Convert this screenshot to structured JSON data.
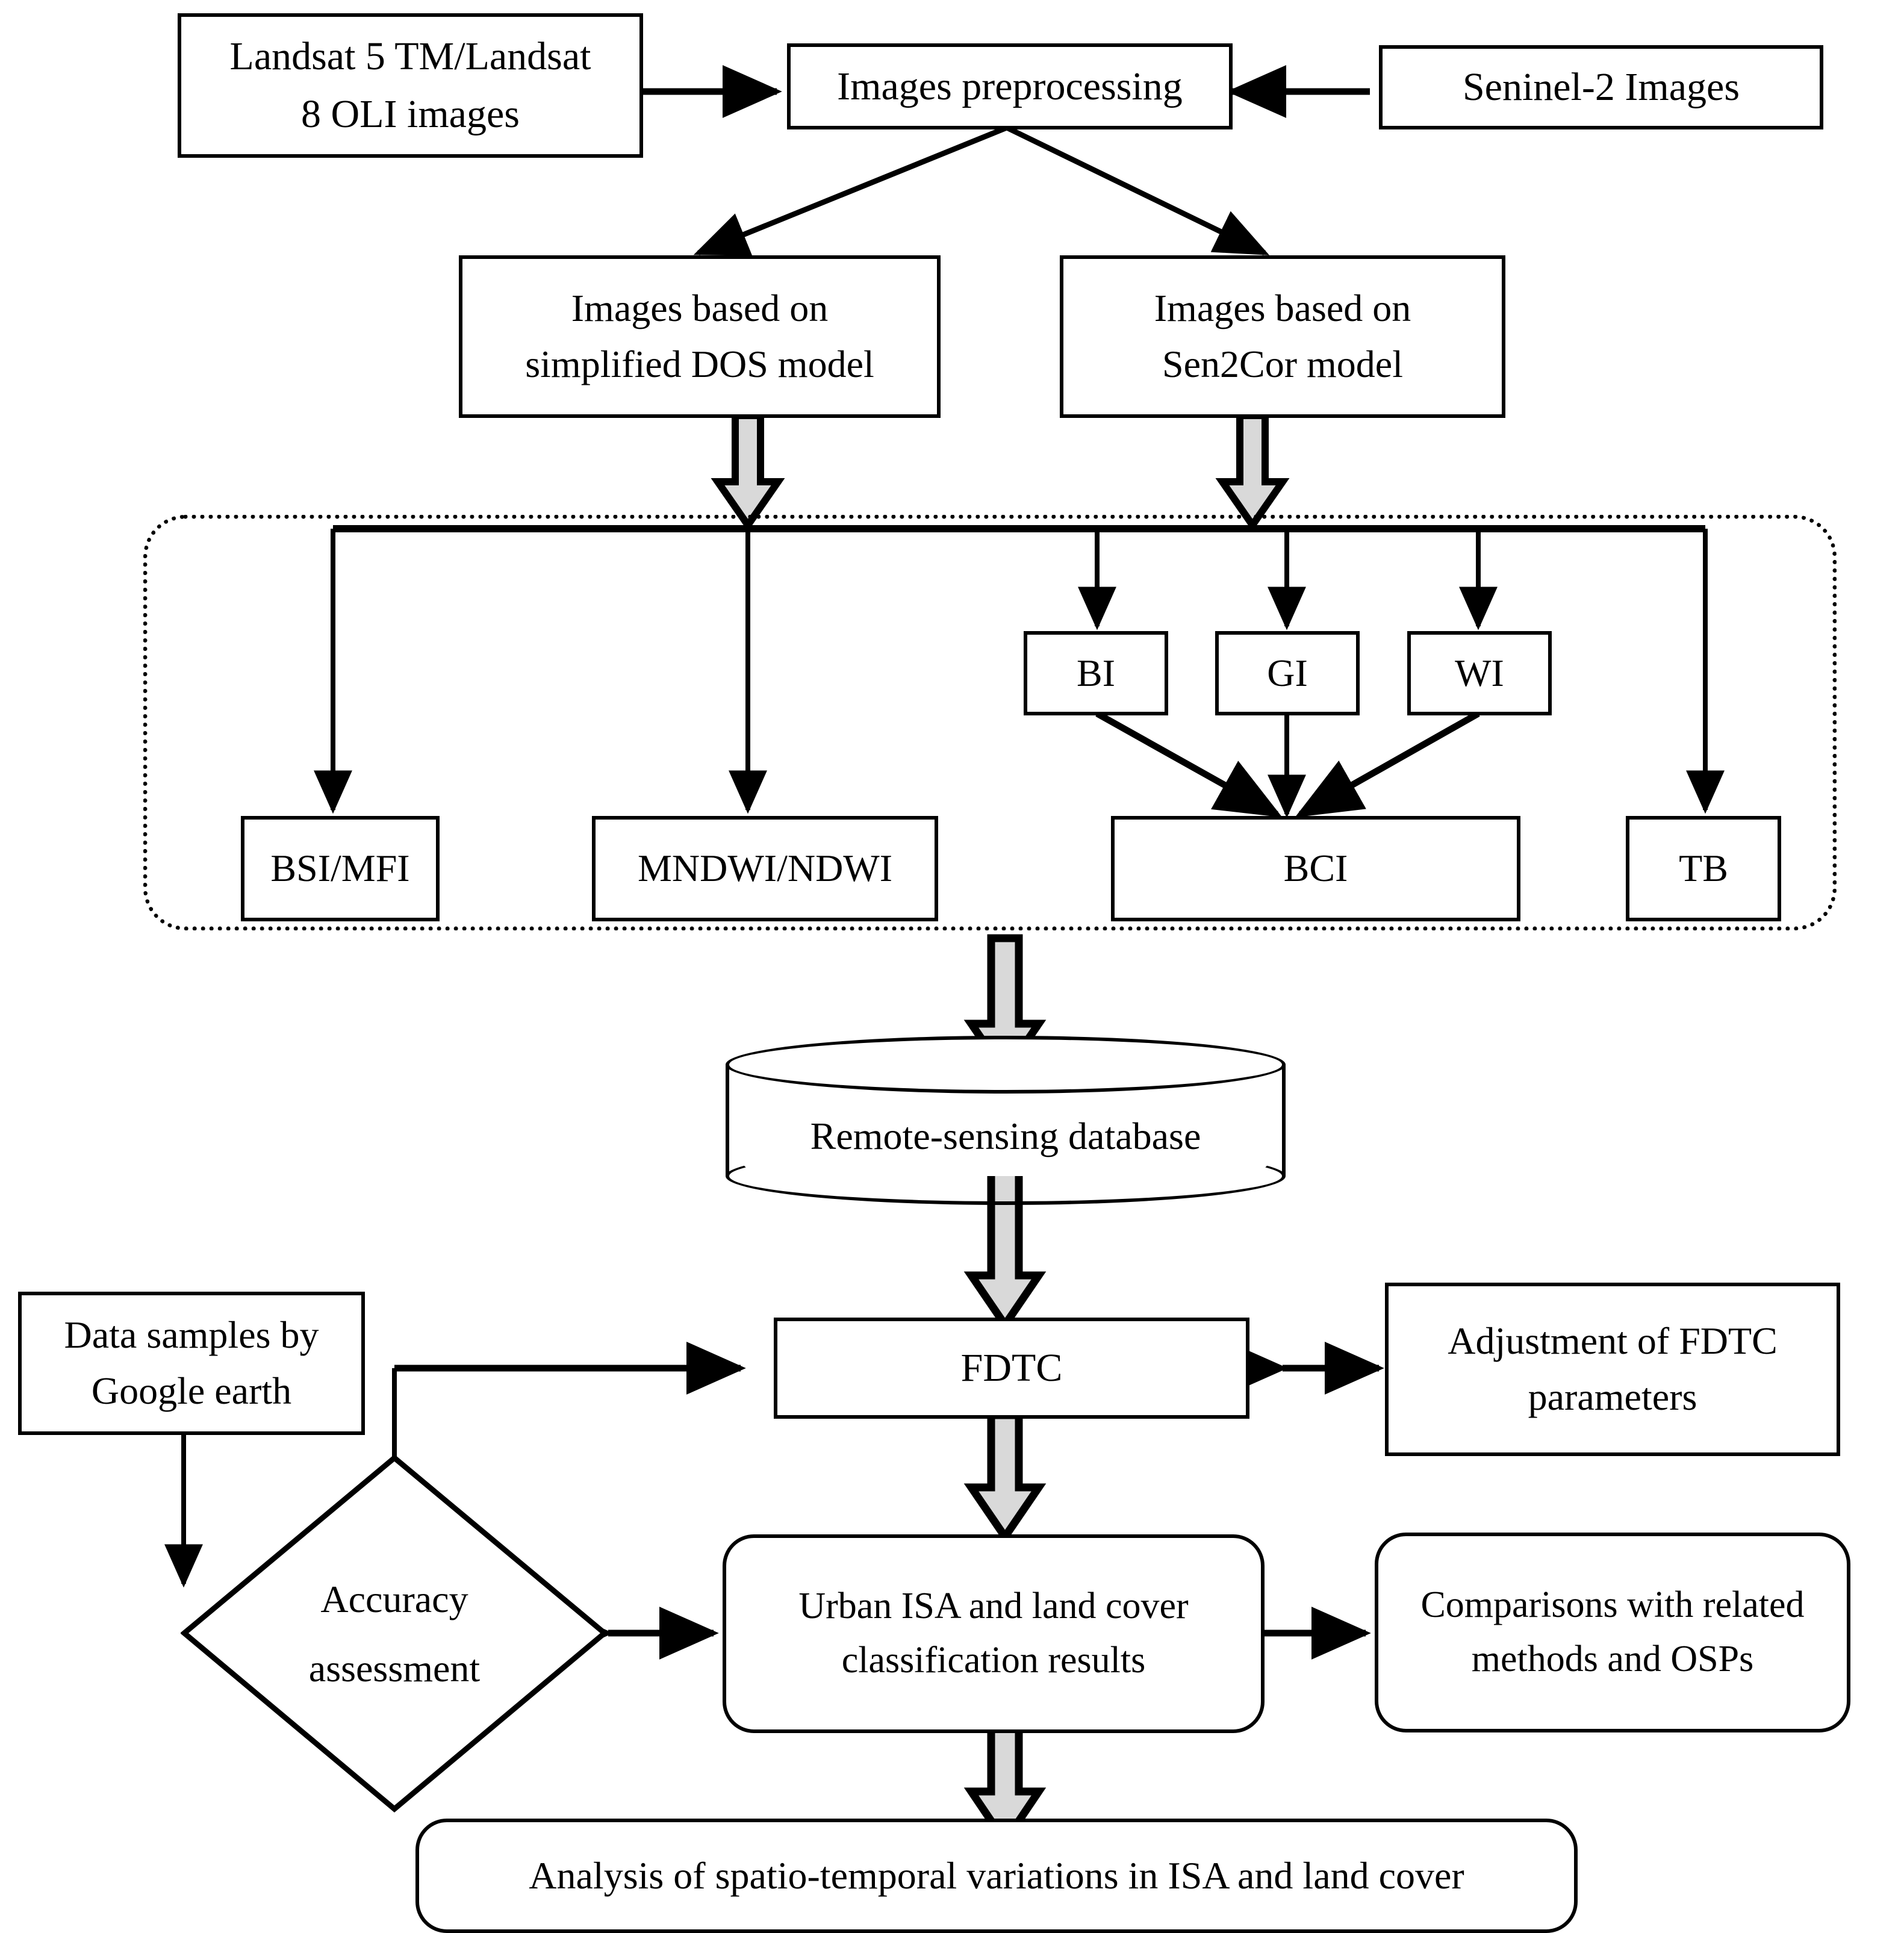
{
  "diagram": {
    "type": "flowchart",
    "title": "Remote sensing ISA and land cover classification workflow",
    "colors": {
      "stroke": "#000000",
      "fill": "#ffffff",
      "block_arrow_fill": "#d9d9d9",
      "background": "#ffffff"
    },
    "nodes": {
      "landsat": {
        "label": "Landsat 5 TM/Landsat 8 OLI images",
        "line1": "Landsat 5 TM/Landsat",
        "line2": "8 OLI images",
        "shape": "rectangle"
      },
      "preprocessing": {
        "label": "Images preprocessing",
        "shape": "rectangle"
      },
      "sentinel": {
        "label": "Seninel-2 Images",
        "shape": "rectangle"
      },
      "dos": {
        "label": "Images based on simplified DOS model",
        "line1": "Images based on",
        "line2": "simplified DOS model",
        "shape": "rectangle"
      },
      "sen2cor": {
        "label": "Images based on Sen2Cor model",
        "line1": "Images based on",
        "line2": "Sen2Cor model",
        "shape": "rectangle"
      },
      "bi": {
        "label": "BI",
        "shape": "rectangle"
      },
      "gi": {
        "label": "GI",
        "shape": "rectangle"
      },
      "wi": {
        "label": "WI",
        "shape": "rectangle"
      },
      "bsi_mfi": {
        "label": "BSI/MFI",
        "shape": "rectangle"
      },
      "mndwi_ndwi": {
        "label": "MNDWI/NDWI",
        "shape": "rectangle"
      },
      "bci": {
        "label": "BCI",
        "shape": "rectangle"
      },
      "tb": {
        "label": "TB",
        "shape": "rectangle"
      },
      "database": {
        "label": "Remote-sensing database",
        "shape": "cylinder"
      },
      "fdtc": {
        "label": "FDTC",
        "shape": "rectangle"
      },
      "adjustment": {
        "label": "Adjustment of FDTC parameters",
        "line1": "Adjustment of FDTC",
        "line2": "parameters",
        "shape": "rectangle"
      },
      "data_samples": {
        "label": "Data samples by Google earth",
        "line1": "Data samples by",
        "line2": "Google earth",
        "shape": "rectangle"
      },
      "accuracy": {
        "label": "Accuracy assessment",
        "line1": "Accuracy",
        "line2": "assessment",
        "shape": "diamond"
      },
      "results": {
        "label": "Urban ISA and land cover classification results",
        "line1": "Urban ISA and land cover",
        "line2": "classification results",
        "shape": "rounded-rectangle"
      },
      "comparisons": {
        "label": "Comparisons with related methods and OSPs",
        "line1": "Comparisons with related",
        "line2": "methods and OSPs",
        "shape": "rounded-rectangle"
      },
      "analysis": {
        "label": "Analysis of spatio-temporal variations in ISA and land cover",
        "shape": "rounded-rectangle"
      }
    },
    "edges": [
      {
        "from": "landsat",
        "to": "preprocessing",
        "style": "thin-arrow"
      },
      {
        "from": "sentinel",
        "to": "preprocessing",
        "style": "thin-arrow"
      },
      {
        "from": "preprocessing",
        "to": "dos",
        "style": "thin-arrow"
      },
      {
        "from": "preprocessing",
        "to": "sen2cor",
        "style": "thin-arrow"
      },
      {
        "from": "dos",
        "to": "index-group",
        "style": "block-arrow"
      },
      {
        "from": "sen2cor",
        "to": "index-group",
        "style": "block-arrow"
      },
      {
        "from": "index-bus",
        "to": "bsi_mfi",
        "style": "thin-arrow"
      },
      {
        "from": "index-bus",
        "to": "mndwi_ndwi",
        "style": "thin-arrow"
      },
      {
        "from": "index-bus",
        "to": "bi",
        "style": "thin-arrow"
      },
      {
        "from": "index-bus",
        "to": "gi",
        "style": "thin-arrow"
      },
      {
        "from": "index-bus",
        "to": "wi",
        "style": "thin-arrow"
      },
      {
        "from": "index-bus",
        "to": "tb",
        "style": "thin-arrow"
      },
      {
        "from": "bi",
        "to": "bci",
        "style": "thin-arrow"
      },
      {
        "from": "gi",
        "to": "bci",
        "style": "thin-arrow"
      },
      {
        "from": "wi",
        "to": "bci",
        "style": "thin-arrow"
      },
      {
        "from": "index-group",
        "to": "database",
        "style": "block-arrow"
      },
      {
        "from": "database",
        "to": "fdtc",
        "style": "block-arrow"
      },
      {
        "from": "data_samples",
        "to": "fdtc",
        "style": "thin-arrow"
      },
      {
        "from": "data_samples",
        "to": "accuracy",
        "style": "thin-arrow"
      },
      {
        "from": "fdtc",
        "to": "adjustment",
        "style": "thin-double-arrow"
      },
      {
        "from": "fdtc",
        "to": "results",
        "style": "block-arrow"
      },
      {
        "from": "accuracy",
        "to": "results",
        "style": "thin-double-arrow"
      },
      {
        "from": "results",
        "to": "comparisons",
        "style": "thin-arrow"
      },
      {
        "from": "results",
        "to": "analysis",
        "style": "block-arrow"
      }
    ]
  }
}
